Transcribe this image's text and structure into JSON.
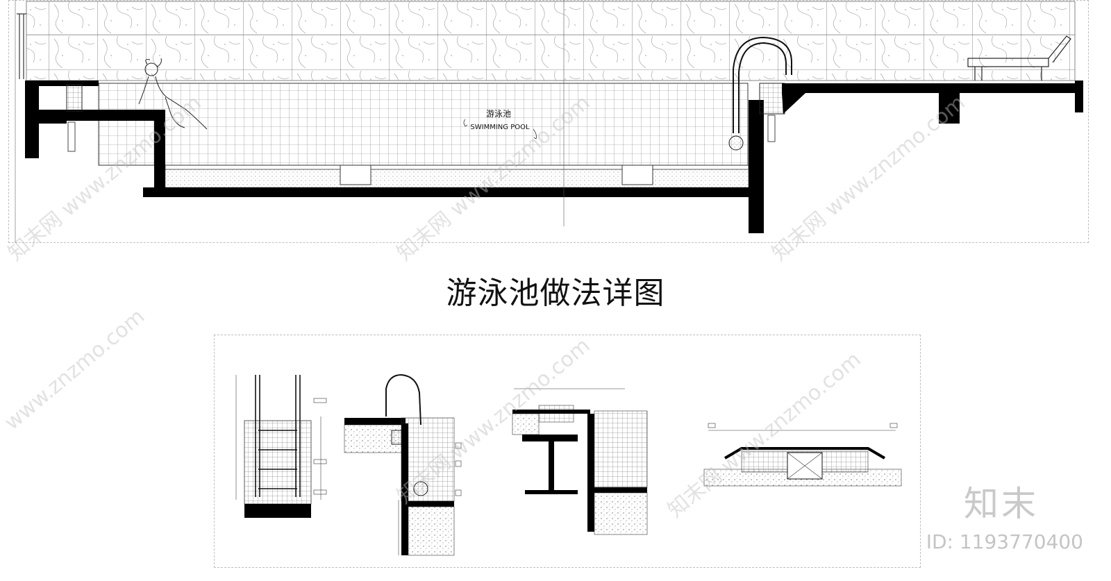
{
  "section": {
    "label_cn": "游泳池",
    "label_en": "SWIMMING POOL"
  },
  "drawing": {
    "title": "游泳池做法详图"
  },
  "branding": {
    "logo_text": "知末",
    "image_id": "ID: 1193770400",
    "watermark": "www.znzmo.com",
    "watermark_cn": "知末网"
  },
  "colors": {
    "line": "#111111",
    "wall": "#000000",
    "frame": "#bdbdbd",
    "watermark": "#c4c4c4"
  }
}
